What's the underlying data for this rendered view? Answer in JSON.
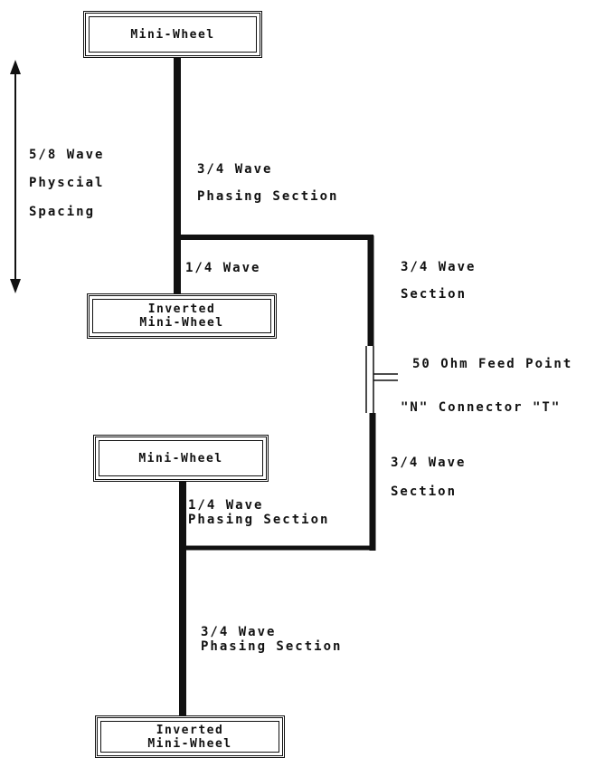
{
  "boxes": {
    "top_mini_wheel": "Mini-Wheel",
    "inverted_1_line1": "Inverted",
    "inverted_1_line2": "Mini-Wheel",
    "middle_mini_wheel": "Mini-Wheel",
    "inverted_2_line1": "Inverted",
    "inverted_2_line2": "Mini-Wheel"
  },
  "labels": {
    "spacing_1": "5/8 Wave",
    "spacing_2": "Physcial",
    "spacing_3": "Spacing",
    "upper_phasing_1": "3/4 Wave",
    "upper_phasing_2": "Phasing Section",
    "upper_quarter": "1/4 Wave",
    "right_upper_1": "3/4 Wave",
    "right_upper_2": "Section",
    "feed_1": "50 Ohm Feed Point",
    "feed_2": "\"N\" Connector \"T\"",
    "right_lower_1": "3/4 Wave",
    "right_lower_2": "Section",
    "lower_quarter_1": "1/4 Wave",
    "lower_quarter_2": "Phasing Section",
    "lower_phasing_1": "3/4 Wave",
    "lower_phasing_2": "Phasing Section"
  }
}
